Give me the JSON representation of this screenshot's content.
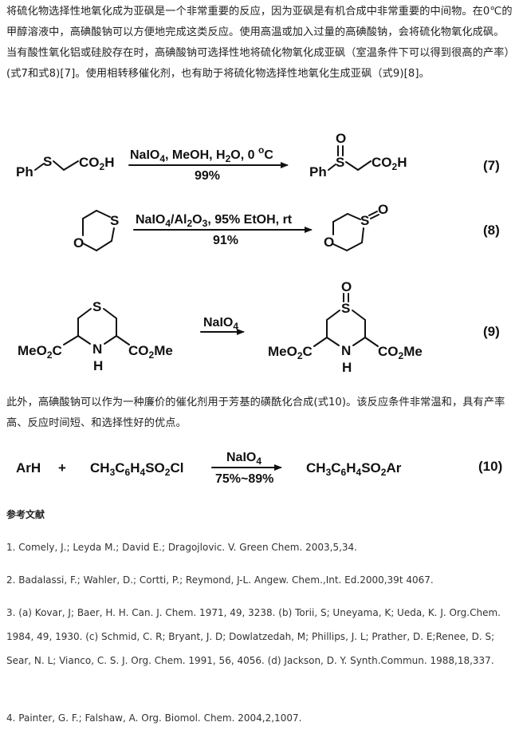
{
  "intro_paragraph": "将硫化物选择性地氧化成为亚砜是一个非常重要的反应，因为亚砜是有机合成中非常重要的中间物。在0℃的甲醇溶液中，高碘酸钠可以方便地完成这类反应。使用高温或加入过量的高碘酸钠，会将硫化物氧化成砜。当有酸性氧化铝或硅胶存在时，高碘酸钠可选择性地将硫化物氧化成亚砜（室温条件下可以得到很高的产率）(式7和式8)[7]。使用相转移催化剂，也有助于将硫化物选择性地氧化生成亚砜（式9)[8]。",
  "reactions": {
    "r7": {
      "number": "(7)",
      "substrate_ph": "Ph",
      "substrate_s": "S",
      "co2h_start": "CO",
      "co2h_sub": "2",
      "co2h_end": "H",
      "cond_top_a": "NaIO",
      "cond_top_a_sub": "4",
      "cond_top_b": ", MeOH, H",
      "cond_top_b_sub": "2",
      "cond_top_c": "O, 0 ",
      "cond_top_deg": "o",
      "cond_top_d": "C",
      "cond_bottom": "99%",
      "product_o": "O",
      "product_s": "S",
      "product_ph": "Ph",
      "product_co2h_start": "CO",
      "product_co2h_sub": "2",
      "product_co2h_end": "H"
    },
    "r8": {
      "number": "(8)",
      "substrate_s": "S",
      "substrate_o": "O",
      "cond_top_a": "NaIO",
      "cond_top_a_sub": "4",
      "cond_top_b": "/Al",
      "cond_top_b_sub": "2",
      "cond_top_c": "O",
      "cond_top_c_sub": "3",
      "cond_top_d": ", 95% EtOH, rt",
      "cond_bottom": "91%",
      "product_s": "S",
      "product_so": "O",
      "product_o": "O"
    },
    "r9": {
      "number": "(9)",
      "cond_top_a": "NaIO",
      "cond_top_a_sub": "4",
      "substrate_s": "S",
      "substrate_n": "N",
      "substrate_h": "H",
      "ester_left_a": "MeO",
      "ester_left_sub": "2",
      "ester_left_b": "C",
      "ester_right_a": "CO",
      "ester_right_sub": "2",
      "ester_right_b": "Me",
      "product_o": "O",
      "product_s": "S",
      "product_n": "N",
      "product_h": "H",
      "p_ester_left_a": "MeO",
      "p_ester_left_sub": "2",
      "p_ester_left_b": "C",
      "p_ester_right_a": "CO",
      "p_ester_right_sub": "2",
      "p_ester_right_b": "Me"
    },
    "r10": {
      "number": "(10)",
      "reactant1": "ArH",
      "plus": "+",
      "r2_a": "CH",
      "r2_s1": "3",
      "r2_b": "C",
      "r2_s2": "6",
      "r2_c": "H",
      "r2_s3": "4",
      "r2_d": "SO",
      "r2_s4": "2",
      "r2_e": "Cl",
      "cond_top_a": "NaIO",
      "cond_top_a_sub": "4",
      "cond_bottom": "75%~89%",
      "p_a": "CH",
      "p_s1": "3",
      "p_b": "C",
      "p_s2": "6",
      "p_c": "H",
      "p_s3": "4",
      "p_d": "SO",
      "p_s4": "2",
      "p_e": "Ar"
    }
  },
  "second_paragraph": "此外，高碘酸钠可以作为一种廉价的催化剂用于芳基的磺酰化合成(式10)。该反应条件非常温和，具有产率高、反应时间短、和选择性好的优点。",
  "references": {
    "title": "参考文献",
    "items": [
      "1. Comely, J.; Leyda M.; David E.; Dragojlovic. V. Green Chem. 2003,5,34.",
      "2. Badalassi, F.; Wahler, D.; Cortti, P.; Reymond, J-L. Angew. Chem.,Int. Ed.2000,39t 4067.",
      "3. (a) Kovar, J; Baer, H. H. Can. J. Chem. 1971, 49, 3238. (b) Torii, S; Uneyama, K; Ueda, K. J. Org.Chem. 1984, 49, 1930. (c) Schmid, C. R; Bryant, J. D; Dowlatzedah, M; Phillips, J. L; Prather, D. E;Renee, D. S; Sear, N. L; Vianco, C. S. J. Org. Chem. 1991, 56, 4056. (d) Jackson, D. Y. Synth.Commun. 1988,18,337.",
      "4. Painter, G. F.; Falshaw, A. Org. Biomol. Chem. 2004,2,1007."
    ]
  }
}
